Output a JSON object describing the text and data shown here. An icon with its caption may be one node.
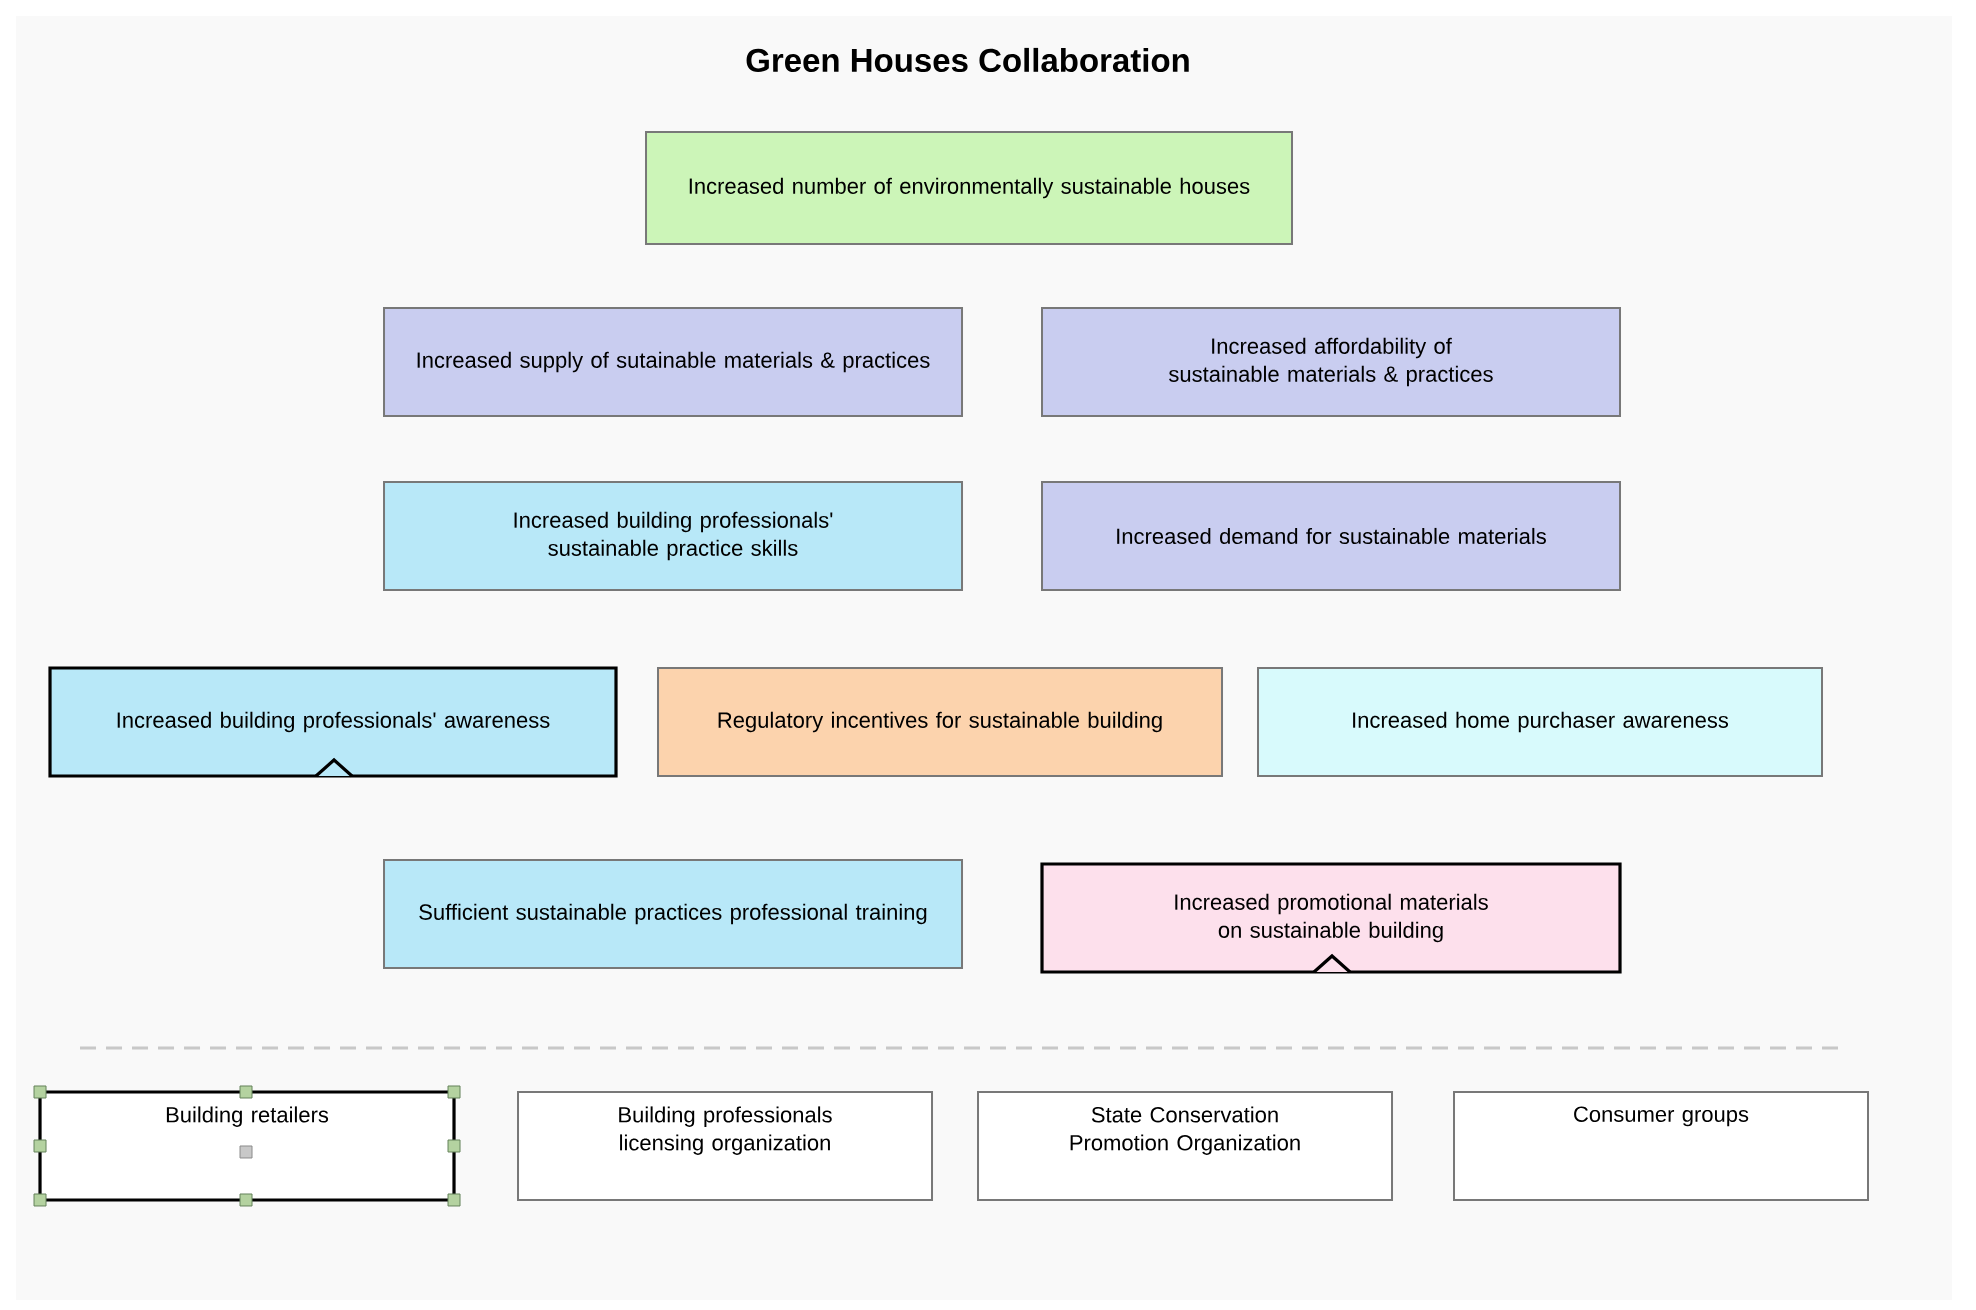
{
  "diagram": {
    "title": "Green Houses Collaboration",
    "nodes": [
      {
        "text": [
          "Increased number of environmentally sustainable houses"
        ]
      },
      {
        "text": [
          "Increased supply of sutainable materials & practices"
        ]
      },
      {
        "text": [
          "Increased affordability of sustainable materials & practices"
        ]
      },
      {
        "text": [
          "Increased building professionals' sustainable practice skills"
        ]
      },
      {
        "text": [
          "Increased demand for sustainable materials"
        ]
      },
      {
        "text": [
          "Increased building professionals' awareness"
        ]
      },
      {
        "text": [
          "Regulatory incentives for sustainable building"
        ]
      },
      {
        "text": [
          "Increased home purchaser awareness"
        ]
      },
      {
        "text": [
          "Sufficient  sustainable practices professional training"
        ]
      },
      {
        "text": [
          "Increased promotional materials on sustainable building"
        ]
      },
      {
        "text": [
          "Building retailers"
        ]
      },
      {
        "text": [
          "Building professionals licensing organization"
        ]
      },
      {
        "text": [
          "State Conservation Promotion Organization"
        ]
      },
      {
        "text": [
          "Consumer groups"
        ]
      }
    ]
  }
}
